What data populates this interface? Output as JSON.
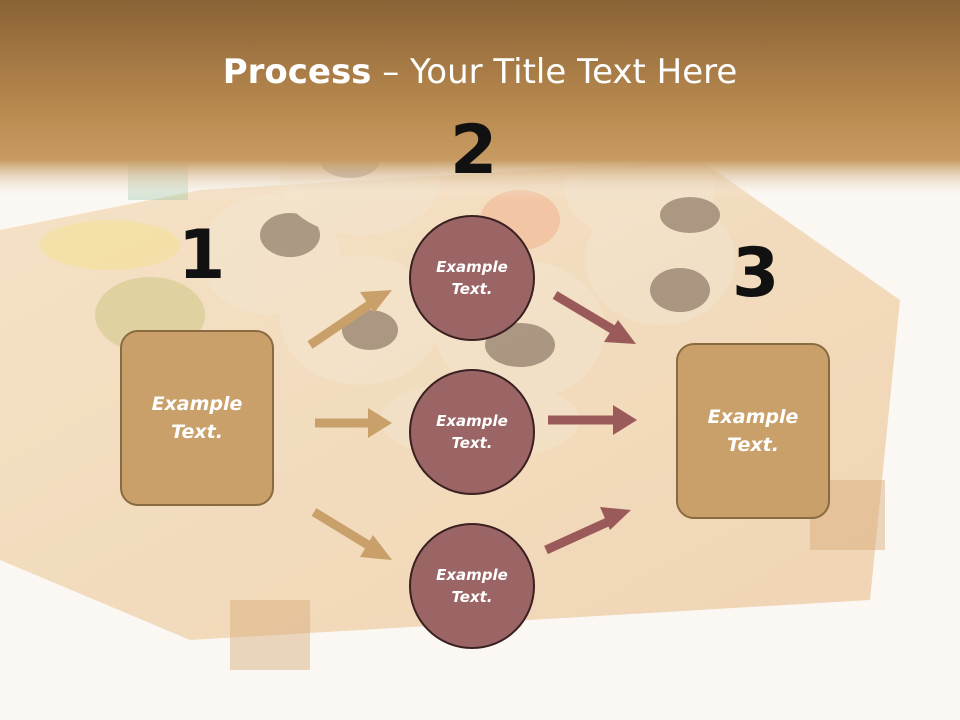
{
  "title": {
    "bold": "Process",
    "rest": " – Your Title Text Here"
  },
  "steps": {
    "one": "1",
    "two": "2",
    "three": "3"
  },
  "box_left": {
    "line1": "Example",
    "line2": "Text."
  },
  "box_right": {
    "line1": "Example",
    "line2": "Text."
  },
  "circle_top": {
    "line1": "Example",
    "line2": "Text."
  },
  "circle_mid": {
    "line1": "Example",
    "line2": "Text."
  },
  "circle_bot": {
    "line1": "Example",
    "line2": "Text."
  },
  "colors": {
    "header": "#a87a40",
    "box": "#c9a06a",
    "circle": "#9b6565",
    "arrow_in": "#c9a06a",
    "arrow_out": "#9b5a5a"
  }
}
